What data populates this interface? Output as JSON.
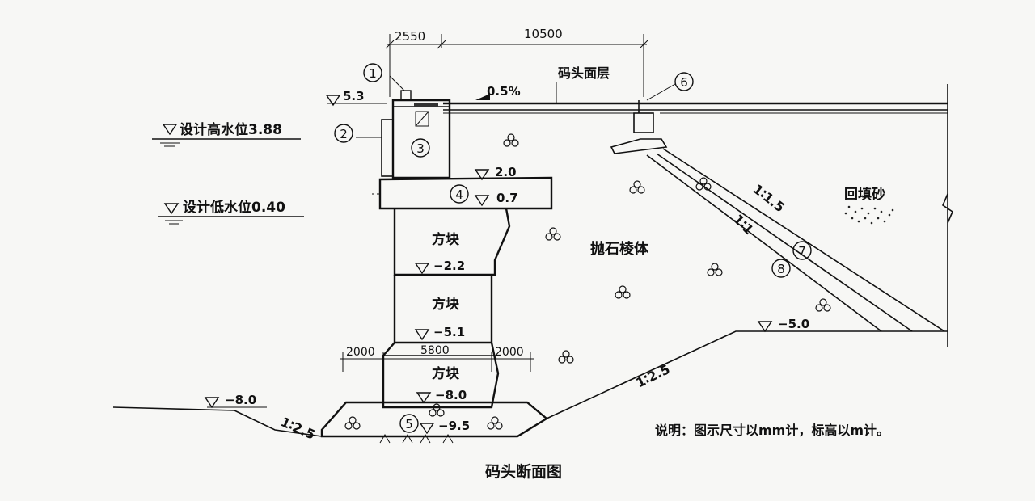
{
  "dimensions": {
    "cap_width": "2550",
    "span": "10500",
    "bench_left": "2000",
    "base_width": "5800",
    "bench_right": "2000"
  },
  "elevations": {
    "crest": "5.3",
    "cap_bottom": "2.0",
    "beam_bottom": "0.7",
    "block1_bottom": "−2.2",
    "block2_bottom": "−5.1",
    "block3_bottom": "−8.0",
    "seabed": "−8.0",
    "bed_bottom": "−9.5",
    "slope_toe": "−5.0"
  },
  "water_levels": {
    "high": "设计高水位3.88",
    "low": "设计低水位0.40"
  },
  "labels": {
    "surface_layer": "码头面层",
    "grade": "0.5%",
    "block": "方块",
    "rubble_prism": "抛石棱体",
    "backfill_sand": "回填砂"
  },
  "slopes": {
    "slope_1_5": "1∶1.5",
    "slope_1_1": "1∶1",
    "slope_2_5_right": "1∶2.5",
    "slope_2_5_left": "1∶2.5"
  },
  "markers": {
    "m1": "1",
    "m2": "2",
    "m3": "3",
    "m4": "4",
    "m5": "5",
    "m6": "6",
    "m7": "7",
    "m8": "8"
  },
  "note": "说明：图示尺寸以mm计，标高以m计。",
  "caption": "码头断面图",
  "icons": {
    "elevation_marker": "inverted-triangle",
    "water_level_marker": "inverted-triangle-with-waves",
    "stone_cluster": "three-circles"
  }
}
